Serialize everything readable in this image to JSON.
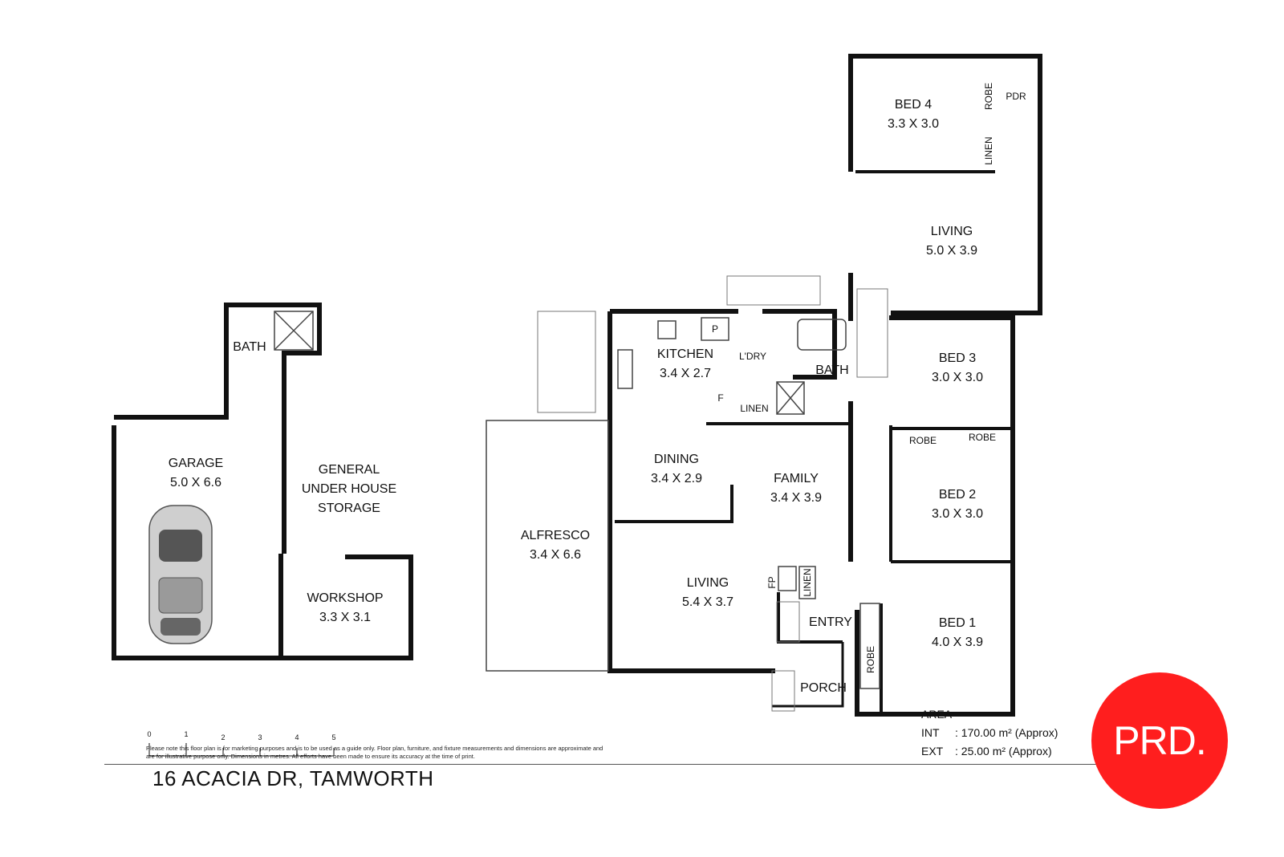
{
  "rooms": {
    "bed4": {
      "name": "BED 4",
      "dim": "3.3 X 3.0"
    },
    "living_upper": {
      "name": "LIVING",
      "dim": "5.0 X 3.9"
    },
    "bed3": {
      "name": "BED 3",
      "dim": "3.0 X 3.0"
    },
    "bed2": {
      "name": "BED 2",
      "dim": "3.0 X 3.0"
    },
    "bed1": {
      "name": "BED 1",
      "dim": "4.0 X 3.9"
    },
    "kitchen": {
      "name": "KITCHEN",
      "dim": "3.4 X 2.7"
    },
    "dining": {
      "name": "DINING",
      "dim": "3.4 X 2.9"
    },
    "family": {
      "name": "FAMILY",
      "dim": "3.4 X 3.9"
    },
    "living_main": {
      "name": "LIVING",
      "dim": "5.4 X 3.7"
    },
    "alfresco": {
      "name": "ALFRESCO",
      "dim": "3.4 X 6.6"
    },
    "garage": {
      "name": "GARAGE",
      "dim": "5.0 X 6.6"
    },
    "workshop": {
      "name": "WORKSHOP",
      "dim": "3.3 X 3.1"
    },
    "storage": {
      "line1": "GENERAL",
      "line2": "UNDER HOUSE",
      "line3": "STORAGE"
    }
  },
  "labels": {
    "robe": "ROBE",
    "pdr": "PDR",
    "linen": "LINEN",
    "bath": "BATH",
    "ldry": "L'DRY",
    "pantry": "P",
    "fridge": "F",
    "fireplace": "FP",
    "entry": "ENTRY",
    "porch": "PORCH"
  },
  "scale": {
    "ticks": [
      "0",
      "1",
      "2",
      "3",
      "4",
      "5"
    ]
  },
  "disclaimer": "Please note this floor plan is for marketing purposes and is to be used as a guide only. Floor plan, furniture, and fixture measurements and dimensions are approximate and are for illustrative purpose only. Dimensions in metres. All efforts have been made to ensure its accuracy at the time of print.",
  "address": "16 ACACIA DR,  TAMWORTH",
  "area": {
    "title": "AREA",
    "int_label": "INT",
    "int_value": ": 170.00 m² (Approx)",
    "ext_label": "EXT",
    "ext_value": ": 25.00 m² (Approx)"
  },
  "logo": {
    "text": "PRD.",
    "color": "#ff1e1e"
  }
}
